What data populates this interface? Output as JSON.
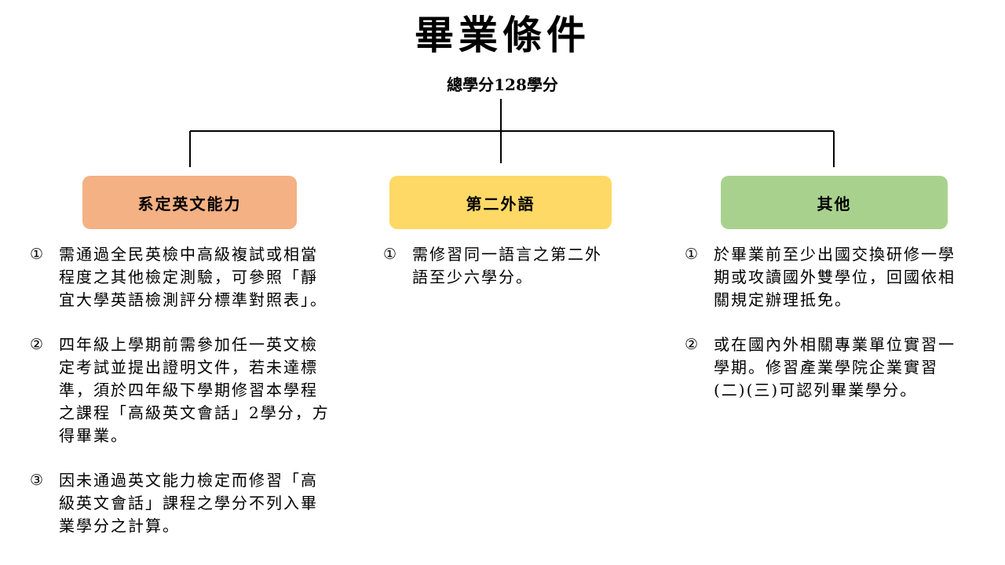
{
  "title": "畢業條件",
  "subtitle": "總學分128學分",
  "colors": {
    "english_box": "#F4B183",
    "second_box": "#FFD966",
    "other_box": "#A9D18E",
    "line": "#000000"
  },
  "branches": {
    "english": {
      "label": "系定英文能力",
      "items": [
        {
          "marker": "①",
          "text": "需通過全民英檢中高級複試或相當\n程度之其他檢定測驗，可參照「靜\n宜大學英語檢測評分標準對照表」。"
        },
        {
          "marker": "②",
          "text": "四年級上學期前需參加任一英文檢\n定考試並提出證明文件，若未達標\n準，須於四年級下學期修習本學程\n之課程「高級英文會話」2學分，方\n得畢業。"
        },
        {
          "marker": "③",
          "text": "因未通過英文能力檢定而修習「高\n級英文會話」課程之學分不列入畢\n業學分之計算。"
        }
      ]
    },
    "second": {
      "label": "第二外語",
      "items": [
        {
          "marker": "①",
          "text": "需修習同一語言之第二外\n語至少六學分。"
        }
      ]
    },
    "other": {
      "label": "其他",
      "items": [
        {
          "marker": "①",
          "text": "於畢業前至少出國交換研修一學\n期或攻讀國外雙學位，回國依相\n關規定辦理抵免。"
        },
        {
          "marker": "②",
          "text": "或在國內外相關專業單位實習一\n學期。修習產業學院企業實習\n(二)(三)可認列畢業學分。"
        }
      ]
    }
  }
}
